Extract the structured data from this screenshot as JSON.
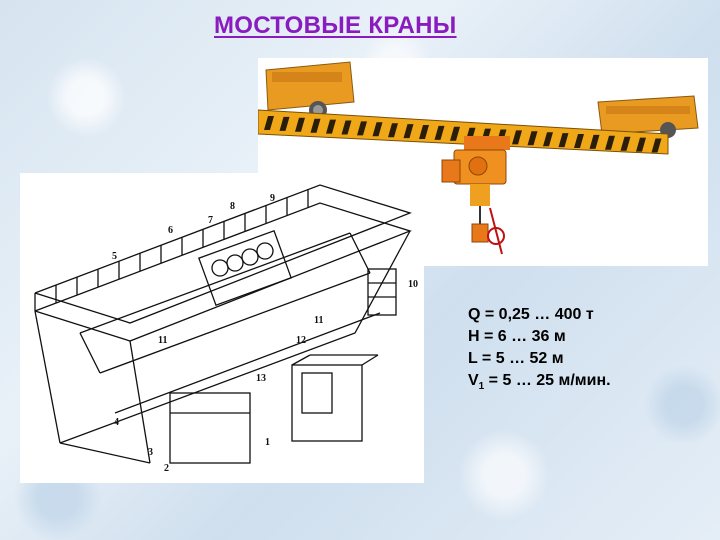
{
  "slide": {
    "title": "МОСТОВЫЕ КРАНЫ"
  },
  "specs": {
    "q": "Q = 0,25 … 400 т",
    "h": "H = 6 … 36 м",
    "l": "L = 5 … 52 м",
    "v_symbol": "V",
    "v_subscript": "1",
    "v_value": " = 5 … 25 м/мин."
  },
  "drawing": {
    "labels": [
      "1",
      "2",
      "3",
      "4",
      "5",
      "6",
      "7",
      "8",
      "9",
      "10",
      "11",
      "11",
      "12",
      "13"
    ]
  },
  "colors": {
    "title": "#8a1bbf",
    "crane_yellow": "#f0a818",
    "crane_orange": "#e8781a"
  }
}
